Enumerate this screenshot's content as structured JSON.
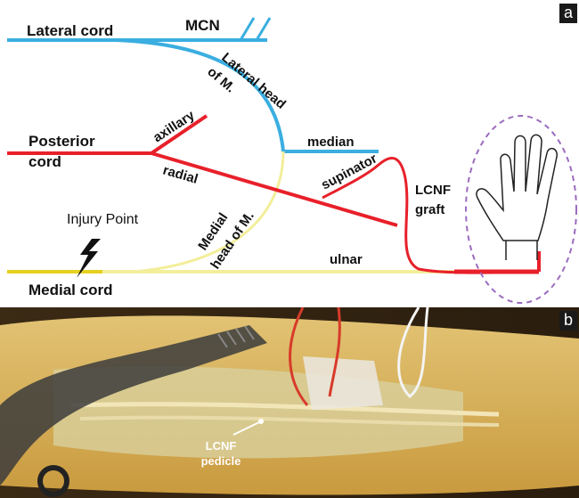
{
  "panel_a": {
    "letter": "a",
    "labels": {
      "lateral_cord": "Lateral cord",
      "mcn": "MCN",
      "lateral_head_l1": "Lateral head",
      "lateral_head_l2": "of M.",
      "posterior_l1": "Posterior",
      "posterior_l2": "cord",
      "axillary": "axillary",
      "radial": "radial",
      "median": "median",
      "supinator": "supinator",
      "lcnf_l1": "LCNF",
      "lcnf_l2": "graft",
      "injury_point": "Injury Point",
      "medial_head_l1": "Medial",
      "medial_head_l2": "head of M.",
      "ulnar": "ulnar",
      "medial_cord": "Medial cord"
    },
    "colors": {
      "lateral": "#3aaee0",
      "posterior": "#e8202a",
      "medial": "#f3e88a",
      "medial_dark": "#e6d020",
      "hand_outline": "#9b6bbf"
    }
  },
  "panel_b": {
    "letter": "b",
    "label_l1": "LCNF",
    "label_l2": "pedicle"
  }
}
